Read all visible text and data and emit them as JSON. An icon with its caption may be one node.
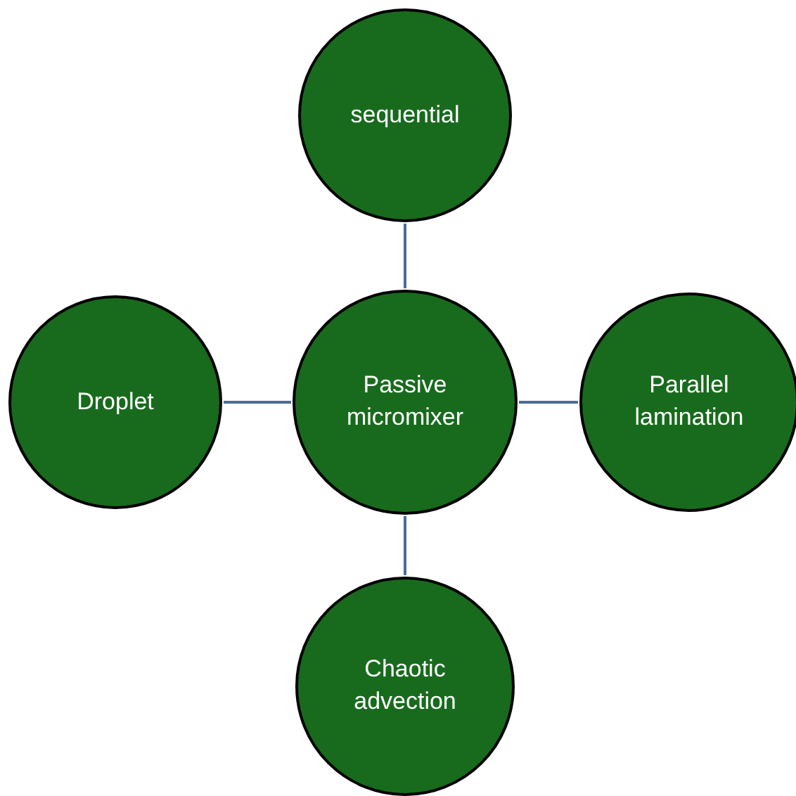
{
  "diagram": {
    "nodes": [
      {
        "text": [
          "sequential"
        ]
      },
      {
        "text": [
          "Droplet"
        ]
      },
      {
        "text": [
          "Passive micromixer"
        ]
      },
      {
        "text": [
          "Parallel lamination"
        ]
      },
      {
        "text": [
          "Chaotic advection"
        ]
      }
    ],
    "edges": [
      {
        "from": 2,
        "to": 0,
        "arrow": "none"
      },
      {
        "from": 2,
        "to": 1,
        "arrow": "none"
      },
      {
        "from": 2,
        "to": 3,
        "arrow": "none"
      },
      {
        "from": 2,
        "to": 4,
        "arrow": "none"
      }
    ]
  }
}
